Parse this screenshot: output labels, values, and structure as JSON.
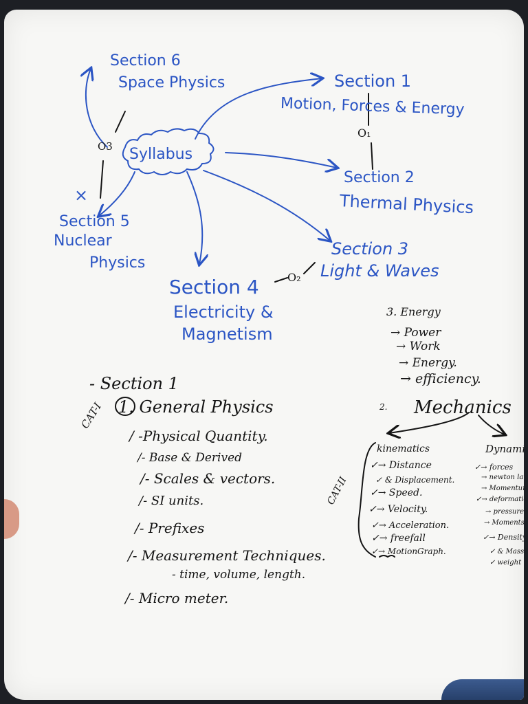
{
  "colors": {
    "blue_ink": "#2b55c4",
    "black_ink": "#141414",
    "paper": "#f7f7f5"
  },
  "mindmap": {
    "center": "Syllabus",
    "sections": [
      {
        "title": "Section 1",
        "subtitle": "Motion, Forces & Energy"
      },
      {
        "title": "Section 2",
        "subtitle": "Thermal Physics"
      },
      {
        "title": "Section 3",
        "subtitle": "Light & Waves"
      },
      {
        "title": "Section 4",
        "line2": "Electricity &",
        "line3": "Magnetism"
      },
      {
        "title": "Section 5",
        "line2": "Nuclear",
        "line3": "Physics"
      },
      {
        "title": "Section 6",
        "subtitle": "Space Physics"
      }
    ],
    "markers": {
      "o1": "O₁",
      "o2": "O₂",
      "o3": "O3",
      "cross": "×"
    }
  },
  "energy": {
    "heading": "3. Energy",
    "items": [
      "→ Power",
      "→ Work",
      "→ Energy.",
      "→ efficiency."
    ]
  },
  "mechanics": {
    "number": "2.",
    "heading": "Mechanics",
    "cat": "CAT-II",
    "kinematics": {
      "label": "kinematics",
      "items": [
        "✓→ Distance",
        "✓ & Displacement.",
        "✓→ Speed.",
        "✓→ Velocity.",
        "✓→ Acceleration.",
        "✓→ freefall",
        "✓→ MotionGraph."
      ]
    },
    "dynamics": {
      "label": "Dynamics",
      "items": [
        "✓→ forces",
        "→ newton laws",
        "→ Momentum",
        "✓→ deformation",
        "→ pressure",
        "→ Moments",
        "✓→ Density",
        "✓ & Mass",
        "✓ weight"
      ]
    }
  },
  "section_list": {
    "heading": "- Section 1",
    "cat": "CAT-I",
    "topic": "1. General Physics",
    "items": [
      "/ -Physical Quantity.",
      "/- Base & Derived",
      "/- Scales & vectors.",
      "/- SI   units.",
      "/-  Prefixes",
      "/-  Measurement Techniques.",
      "- time, volume, length.",
      "/-  Micro meter."
    ]
  }
}
